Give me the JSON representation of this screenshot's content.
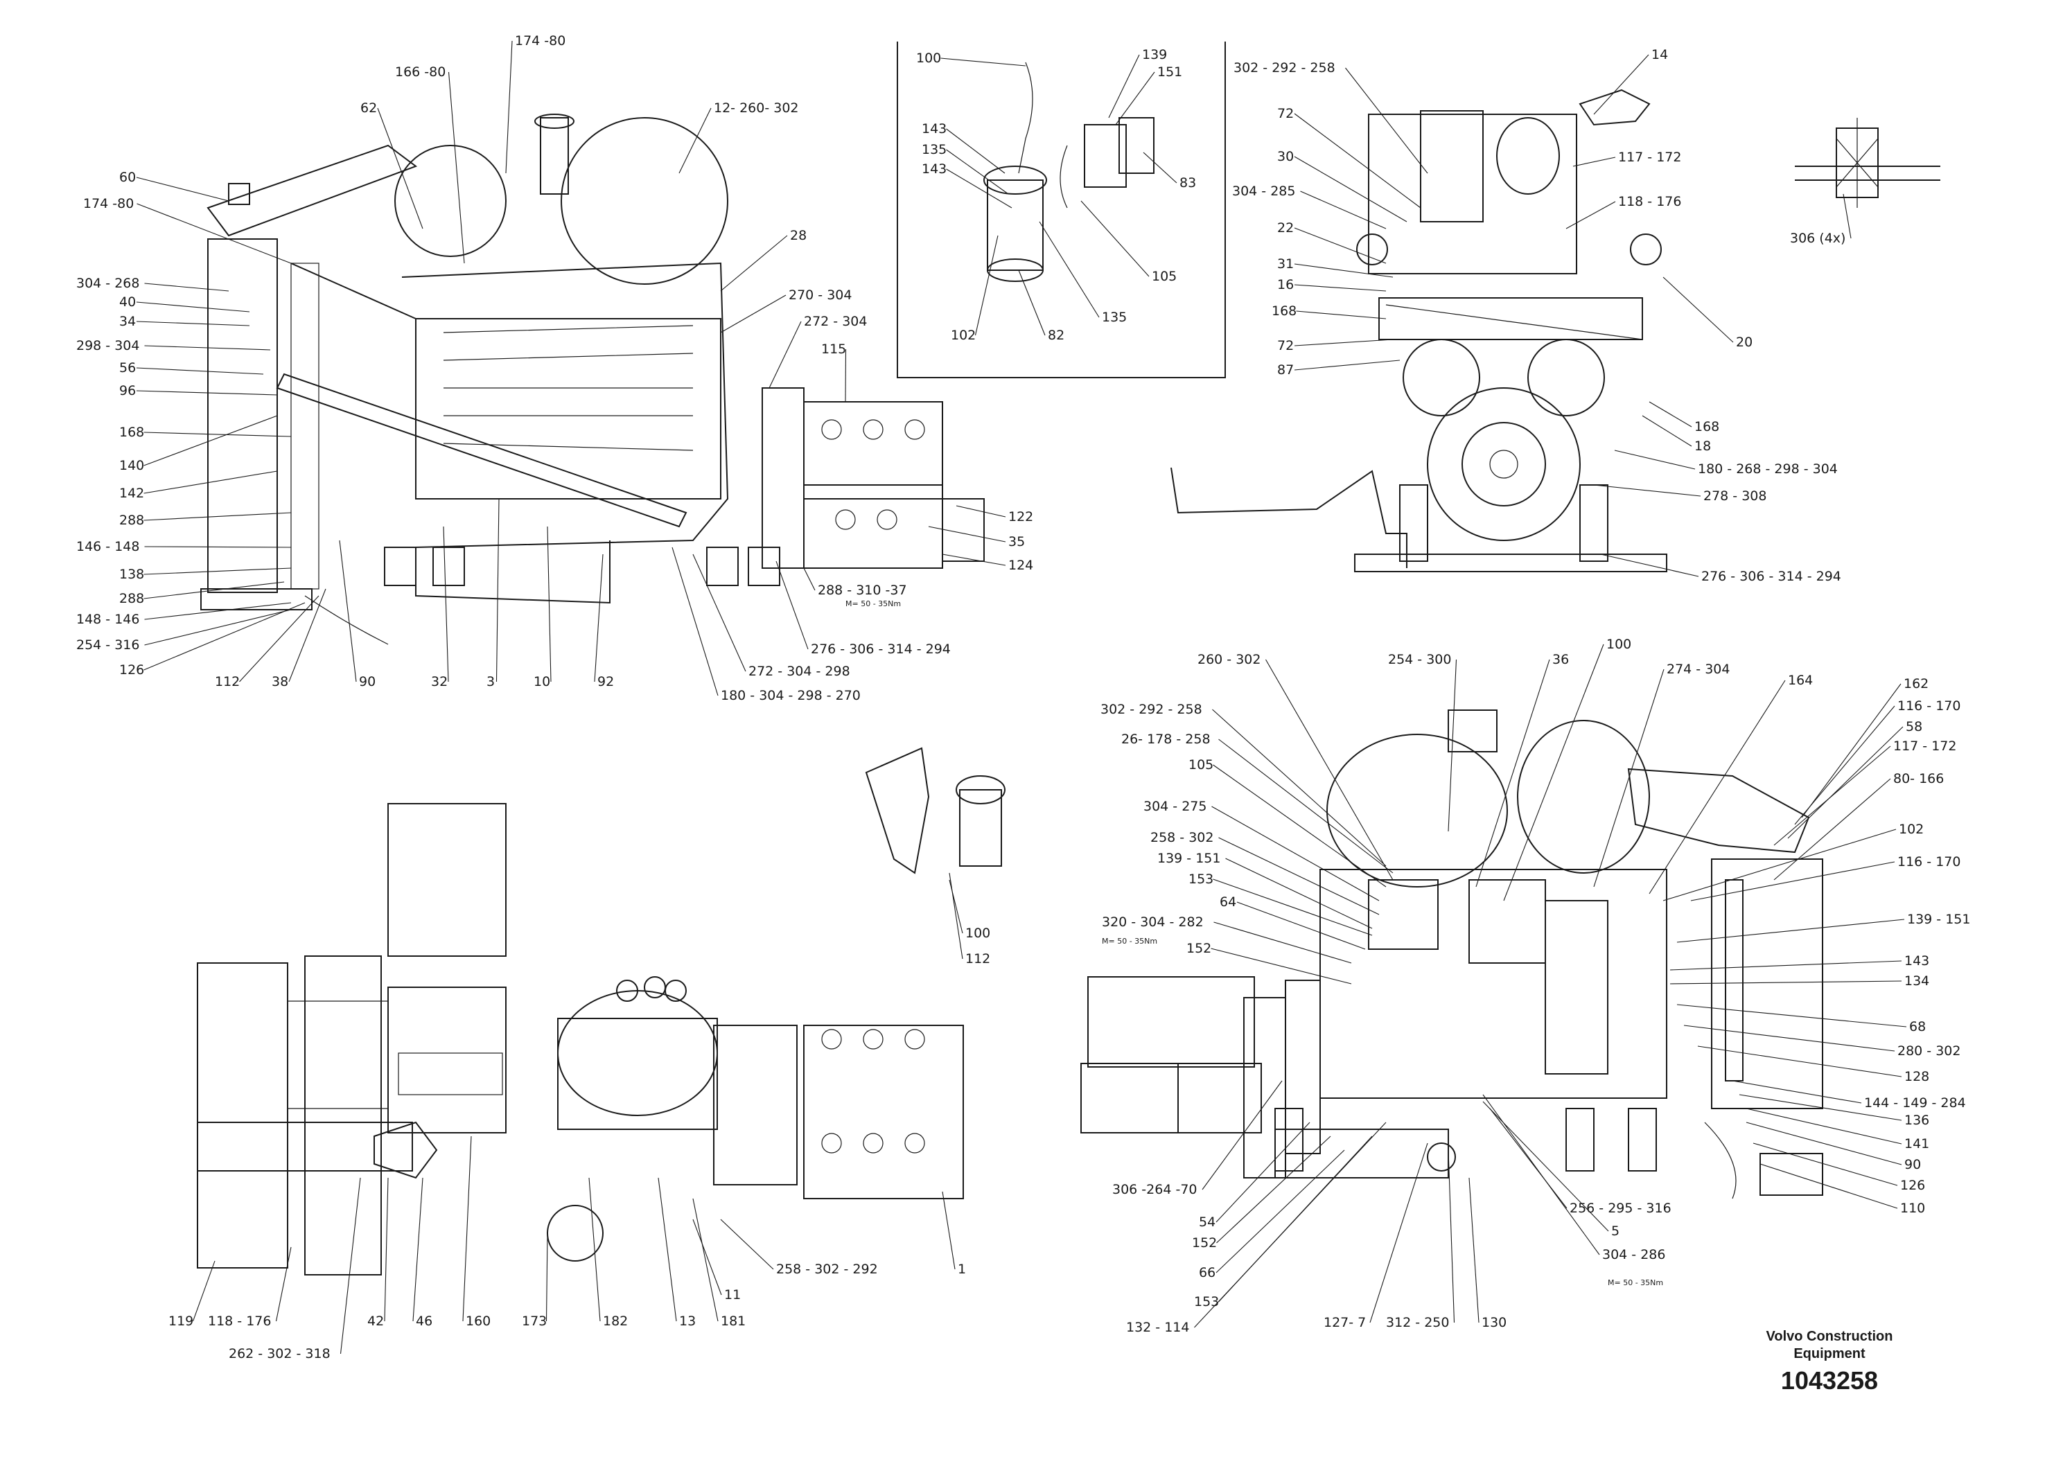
{
  "callouts": [
    {
      "id": "c1",
      "text": "174 -80"
    },
    {
      "id": "c2",
      "text": "166 -80"
    },
    {
      "id": "c3",
      "text": "62"
    },
    {
      "id": "c4",
      "text": "12- 260- 302"
    },
    {
      "id": "c5",
      "text": "60"
    },
    {
      "id": "c6",
      "text": "174 -80"
    },
    {
      "id": "c7",
      "text": "28"
    },
    {
      "id": "c8",
      "text": "304 - 268"
    },
    {
      "id": "c9",
      "text": "40"
    },
    {
      "id": "c10",
      "text": "34"
    },
    {
      "id": "c11",
      "text": "298 - 304"
    },
    {
      "id": "c12",
      "text": "56"
    },
    {
      "id": "c13",
      "text": "96"
    },
    {
      "id": "c14",
      "text": "270 - 304"
    },
    {
      "id": "c15",
      "text": "272 - 304"
    },
    {
      "id": "c16",
      "text": "115"
    },
    {
      "id": "c17",
      "text": "168"
    },
    {
      "id": "c18",
      "text": "140"
    },
    {
      "id": "c19",
      "text": "142"
    },
    {
      "id": "c20",
      "text": "288"
    },
    {
      "id": "c21",
      "text": "146 - 148"
    },
    {
      "id": "c22",
      "text": "138"
    },
    {
      "id": "c23",
      "text": "288"
    },
    {
      "id": "c24",
      "text": "148 - 146"
    },
    {
      "id": "c25",
      "text": "254 - 316"
    },
    {
      "id": "c26",
      "text": "126"
    },
    {
      "id": "c27",
      "text": "122"
    },
    {
      "id": "c28",
      "text": "35"
    },
    {
      "id": "c29",
      "text": "124"
    },
    {
      "id": "c30",
      "text": "288 - 310 -37"
    },
    {
      "id": "c31",
      "text": "276 - 306 - 314 - 294"
    },
    {
      "id": "c32",
      "text": "272 - 304 - 298"
    },
    {
      "id": "c33",
      "text": "180 - 304 - 298 - 270"
    },
    {
      "id": "c34",
      "text": "112"
    },
    {
      "id": "c35",
      "text": "38"
    },
    {
      "id": "c36",
      "text": "90"
    },
    {
      "id": "c37",
      "text": "32"
    },
    {
      "id": "c38",
      "text": "3"
    },
    {
      "id": "c39",
      "text": "10"
    },
    {
      "id": "c40",
      "text": "92"
    },
    {
      "id": "c41",
      "text": "100"
    },
    {
      "id": "c42",
      "text": "139"
    },
    {
      "id": "c43",
      "text": "151"
    },
    {
      "id": "c44",
      "text": "143"
    },
    {
      "id": "c45",
      "text": "135"
    },
    {
      "id": "c46",
      "text": "143"
    },
    {
      "id": "c47",
      "text": "83"
    },
    {
      "id": "c48",
      "text": "105"
    },
    {
      "id": "c49",
      "text": "102"
    },
    {
      "id": "c50",
      "text": "82"
    },
    {
      "id": "c51",
      "text": "135"
    },
    {
      "id": "c52",
      "text": "302 - 292 - 258"
    },
    {
      "id": "c53",
      "text": "14"
    },
    {
      "id": "c54",
      "text": "72"
    },
    {
      "id": "c55",
      "text": "30"
    },
    {
      "id": "c56",
      "text": "304 - 285"
    },
    {
      "id": "c57",
      "text": "117 - 172"
    },
    {
      "id": "c58",
      "text": "118 - 176"
    },
    {
      "id": "c59",
      "text": "22"
    },
    {
      "id": "c60",
      "text": "31"
    },
    {
      "id": "c61",
      "text": "16"
    },
    {
      "id": "c62",
      "text": "168"
    },
    {
      "id": "c63",
      "text": "72"
    },
    {
      "id": "c64",
      "text": "87"
    },
    {
      "id": "c65",
      "text": "20"
    },
    {
      "id": "c66",
      "text": "168"
    },
    {
      "id": "c67",
      "text": "18"
    },
    {
      "id": "c68",
      "text": "180 - 268 - 298 - 304"
    },
    {
      "id": "c69",
      "text": "278 - 308"
    },
    {
      "id": "c70",
      "text": "276 - 306 - 314 - 294"
    },
    {
      "id": "c71",
      "text": "306 (4x)"
    },
    {
      "id": "c72",
      "text": "260 - 302"
    },
    {
      "id": "c73",
      "text": "254 - 300"
    },
    {
      "id": "c74",
      "text": "36"
    },
    {
      "id": "c75",
      "text": "100"
    },
    {
      "id": "c76",
      "text": "274 - 304"
    },
    {
      "id": "c77",
      "text": "164"
    },
    {
      "id": "c78",
      "text": "162"
    },
    {
      "id": "c79",
      "text": "116 - 170"
    },
    {
      "id": "c80",
      "text": "58"
    },
    {
      "id": "c81",
      "text": "117 - 172"
    },
    {
      "id": "c82",
      "text": "80- 166"
    },
    {
      "id": "c83",
      "text": "302 - 292 - 258"
    },
    {
      "id": "c84",
      "text": "26- 178 - 258"
    },
    {
      "id": "c85",
      "text": "105"
    },
    {
      "id": "c86",
      "text": "304 - 275"
    },
    {
      "id": "c87",
      "text": "258 - 302"
    },
    {
      "id": "c88",
      "text": "139 - 151"
    },
    {
      "id": "c89",
      "text": "153"
    },
    {
      "id": "c90",
      "text": "64"
    },
    {
      "id": "c91",
      "text": "320 - 304 - 282"
    },
    {
      "id": "c92",
      "text": "152"
    },
    {
      "id": "c93",
      "text": "102"
    },
    {
      "id": "c94",
      "text": "116 - 170"
    },
    {
      "id": "c95",
      "text": "139 - 151"
    },
    {
      "id": "c96",
      "text": "143"
    },
    {
      "id": "c97",
      "text": "134"
    },
    {
      "id": "c98",
      "text": "68"
    },
    {
      "id": "c99",
      "text": "280 - 302"
    },
    {
      "id": "c100",
      "text": "128"
    },
    {
      "id": "c101",
      "text": "144 - 149 - 284"
    },
    {
      "id": "c102",
      "text": "136"
    },
    {
      "id": "c103",
      "text": "141"
    },
    {
      "id": "c104",
      "text": "90"
    },
    {
      "id": "c105",
      "text": "126"
    },
    {
      "id": "c106",
      "text": "110"
    },
    {
      "id": "c107",
      "text": "306 -264 -70"
    },
    {
      "id": "c108",
      "text": "54"
    },
    {
      "id": "c109",
      "text": "152"
    },
    {
      "id": "c110",
      "text": "66"
    },
    {
      "id": "c111",
      "text": "153"
    },
    {
      "id": "c112",
      "text": "132 - 114"
    },
    {
      "id": "c113",
      "text": "256 - 295 - 316"
    },
    {
      "id": "c114",
      "text": "5"
    },
    {
      "id": "c115",
      "text": "304 - 286"
    },
    {
      "id": "c116",
      "text": "127- 7"
    },
    {
      "id": "c117",
      "text": "312 - 250"
    },
    {
      "id": "c118",
      "text": "130"
    },
    {
      "id": "c119",
      "text": "100"
    },
    {
      "id": "c120",
      "text": "112"
    },
    {
      "id": "c121",
      "text": "119"
    },
    {
      "id": "c122",
      "text": "118 - 176"
    },
    {
      "id": "c123",
      "text": "42"
    },
    {
      "id": "c124",
      "text": "46"
    },
    {
      "id": "c125",
      "text": "160"
    },
    {
      "id": "c126",
      "text": "173"
    },
    {
      "id": "c127",
      "text": "182"
    },
    {
      "id": "c128",
      "text": "13"
    },
    {
      "id": "c129",
      "text": "181"
    },
    {
      "id": "c130",
      "text": "258 - 302 - 292"
    },
    {
      "id": "c131",
      "text": "1"
    },
    {
      "id": "c132",
      "text": "11"
    },
    {
      "id": "c133",
      "text": "262 - 302 - 318"
    }
  ],
  "small_notes": [
    {
      "id": "n1",
      "text": "M= 50 - 35Nm"
    },
    {
      "id": "n2",
      "text": "M= 50 - 35Nm"
    },
    {
      "id": "n3",
      "text": "M= 50 - 35Nm"
    }
  ],
  "title_block": {
    "company": "Volvo Construction Equipment",
    "drawing_number": "1043258"
  }
}
